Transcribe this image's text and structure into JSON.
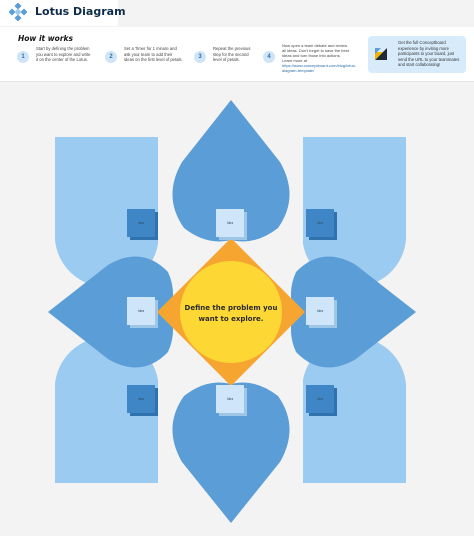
{
  "header": {
    "title": "Lotus Diagram",
    "logo_icon": "lotus-logo-icon"
  },
  "how_it_works": {
    "title": "How it works",
    "steps": [
      {
        "number": "1",
        "text": [
          "Start by defining the problem",
          "you want to explore and write",
          "it on the center of the Lotus."
        ]
      },
      {
        "number": "2",
        "text": [
          "Set a Timer for 1 minute and",
          "ask your team to add their",
          "ideas on the first level of petals."
        ]
      },
      {
        "number": "3",
        "text": [
          "Repeat the previous",
          "step for the second",
          "level of petals."
        ]
      },
      {
        "number": "4",
        "text": [
          "Now open a team debate and review",
          "all ideas. Don't forget to save the best",
          "ideas and turn those into actions.",
          "Learn more at",
          "https://www.conceptboard.com/blog/lotus-diagram",
          "-template/"
        ]
      }
    ]
  },
  "upgrade": {
    "icon": "conceptboard-icon",
    "text": [
      "Get the full Conceptboard",
      "experience by inviting more",
      "participants to your board, just",
      "send the URL to your teammates",
      "and start collaborating!"
    ]
  },
  "center": {
    "lines": [
      "Define the problem you",
      "want to explore."
    ]
  },
  "idea_notes": [
    "Idea",
    "Idea",
    "Idea",
    "Idea",
    "Idea",
    "Idea",
    "Idea",
    "Idea"
  ],
  "colors": {
    "petal_dark": "#5b9dd6",
    "petal_light": "#9ccbf2",
    "center_orange": "#f7a531",
    "center_yellow": "#fdd835",
    "note_light": "#cfe5f9",
    "note_dark": "#3f86c6",
    "background": "#f3f3f3"
  }
}
